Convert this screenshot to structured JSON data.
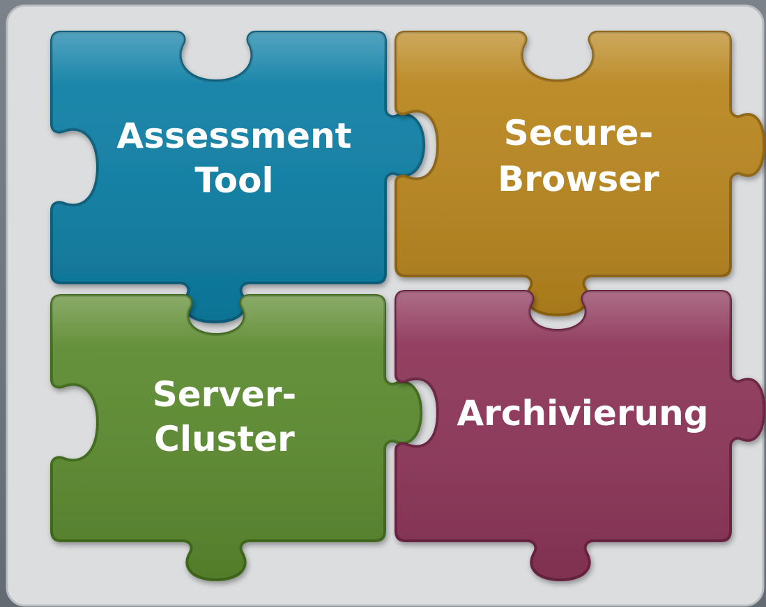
{
  "pieces": [
    {
      "id": "assessment-tool",
      "lines": [
        "Assessment",
        "Tool"
      ],
      "color": "#0e7fa5",
      "dark": "#095f7c",
      "light": "#3aa6c8"
    },
    {
      "id": "secure-browser",
      "lines": [
        "Secure-",
        "Browser"
      ],
      "color": "#b9861f",
      "dark": "#8e6512",
      "light": "#dba845"
    },
    {
      "id": "server-cluster",
      "lines": [
        "Server-",
        "Cluster"
      ],
      "color": "#5c8a2f",
      "dark": "#416a1c",
      "light": "#84b453"
    },
    {
      "id": "archivierung",
      "lines": [
        "Archivierung"
      ],
      "color": "#8d3558",
      "dark": "#6a2340",
      "light": "#b45b7f"
    }
  ],
  "colors": {
    "panel": "#dcdddf",
    "panel_border": "#b9bcc0",
    "frame": "#6f757c"
  }
}
